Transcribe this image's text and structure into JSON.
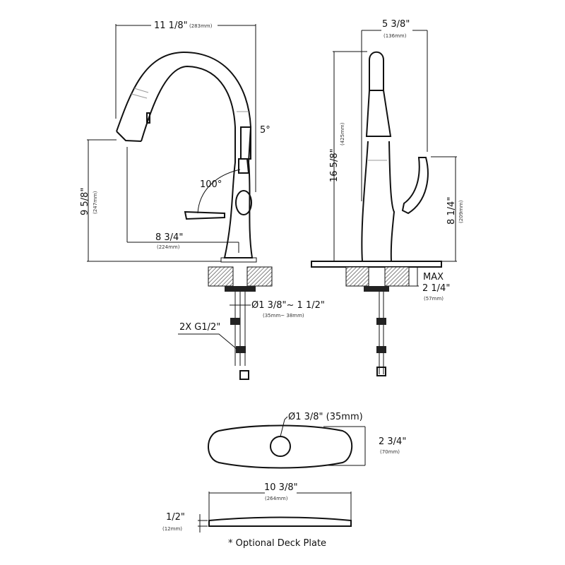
{
  "side_view": {
    "width": {
      "in": "11 1/8\"",
      "mm": "(283mm)"
    },
    "height": {
      "in": "9 5/8\"",
      "mm": "(247mm)"
    },
    "reach": {
      "in": "8 3/4\"",
      "mm": "(224mm)"
    },
    "tilt_angle": "5°",
    "handle_angle": "100°",
    "hole_diameter": {
      "in": "Ø1 3/8\"~ 1 1/2\"",
      "mm": "(35mm~ 38mm)"
    },
    "connections": "2X G1/2\""
  },
  "front_view": {
    "width": {
      "in": "5 3/8\"",
      "mm": "(136mm)"
    },
    "height": {
      "in": "16 5/8\"",
      "mm": "(425mm)"
    },
    "handle_height": {
      "in": "8 1/4\"",
      "mm": "(209mm)"
    },
    "max_deck": {
      "label": "MAX",
      "in": "2 1/4\"",
      "mm": "(57mm)"
    }
  },
  "deck_plate": {
    "hole": "Ø1 3/8\" (35mm)",
    "depth": {
      "in": "2 3/4\"",
      "mm": "(70mm)"
    },
    "length": {
      "in": "10 3/8\"",
      "mm": "(264mm)"
    },
    "thickness": {
      "in": "1/2\"",
      "mm": "(12mm)"
    },
    "caption": "* Optional Deck Plate"
  }
}
